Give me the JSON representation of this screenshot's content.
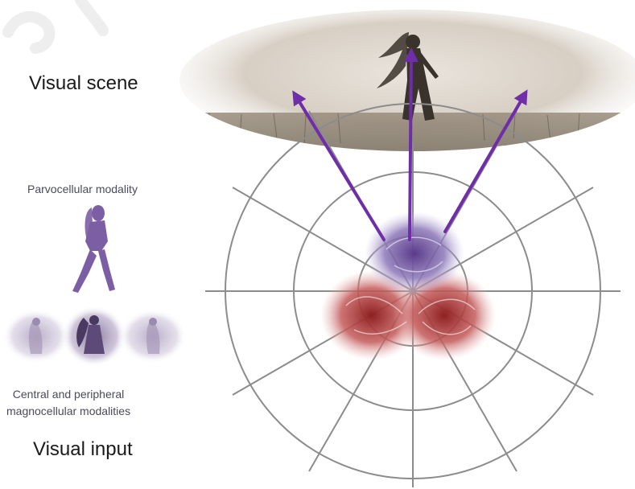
{
  "labels": {
    "visual_scene": "Visual scene",
    "parvocellular": "Parvocellular modality",
    "magnocellular_line1": "Central and peripheral",
    "magnocellular_line2": "magnocellular modalities",
    "visual_input": "Visual input"
  },
  "colors": {
    "arrow": "#6f2da8",
    "grid": "#8c8c8c",
    "parvo": "#7b5ea3",
    "magno": "#b33a3a",
    "scene_sky": "#c9bfb2",
    "scene_field": "#8a7f70"
  },
  "polar_grid": {
    "ring_count": 3,
    "spoke_count": 12
  }
}
